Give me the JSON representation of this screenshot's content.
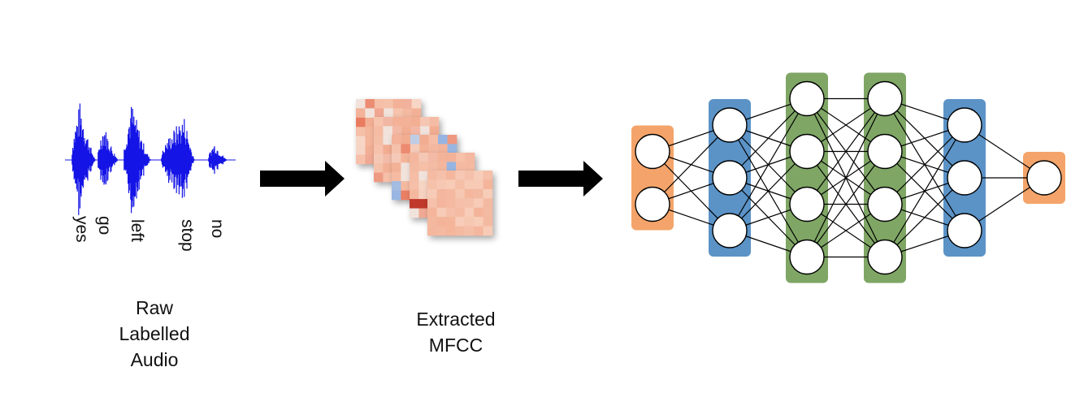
{
  "audio": {
    "words": [
      "yes",
      "go",
      "left",
      "stop",
      "no"
    ],
    "caption": [
      "Raw",
      "Labelled",
      "Audio"
    ],
    "waveform_color": "#1414e6"
  },
  "mfcc": {
    "caption": [
      "Extracted",
      "MFCC"
    ],
    "frame_count": 5,
    "warm_color": "#f2a98c",
    "cool_color": "#7ea6e0",
    "hot_color": "#c0392b"
  },
  "network": {
    "layers": [
      {
        "role": "input",
        "nodes": 2,
        "color": "#f4a46a"
      },
      {
        "role": "hidden",
        "nodes": 3,
        "color": "#5b93c7"
      },
      {
        "role": "hidden",
        "nodes": 4,
        "color": "#7fa665"
      },
      {
        "role": "hidden",
        "nodes": 4,
        "color": "#7fa665"
      },
      {
        "role": "hidden",
        "nodes": 3,
        "color": "#5b93c7"
      },
      {
        "role": "output",
        "nodes": 1,
        "color": "#f4a46a"
      }
    ]
  },
  "arrow_color": "#000000"
}
